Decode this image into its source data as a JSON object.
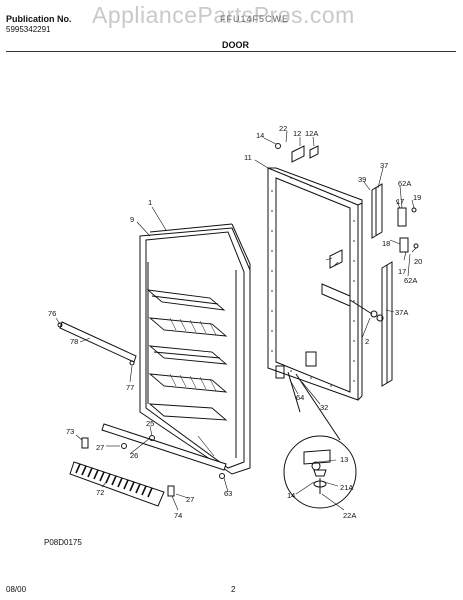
{
  "header": {
    "publication_label": "Publication No.",
    "publication_number": "5995342291",
    "model": "FFU14F5CWE",
    "watermark": "AppliancePartsPros.com"
  },
  "section_title": "DOOR",
  "figure_code": "P08D0175",
  "callouts": [
    "1",
    "2",
    "9",
    "11",
    "12",
    "12A",
    "13",
    "14",
    "14",
    "17",
    "17",
    "18",
    "19",
    "20",
    "21A",
    "22",
    "22A",
    "25",
    "26",
    "27",
    "27",
    "32",
    "37",
    "37A",
    "39",
    "62A",
    "62A",
    "63",
    "64",
    "72",
    "73",
    "74",
    "76",
    "77",
    "78"
  ],
  "footer": {
    "date": "08/00",
    "page": "2"
  }
}
